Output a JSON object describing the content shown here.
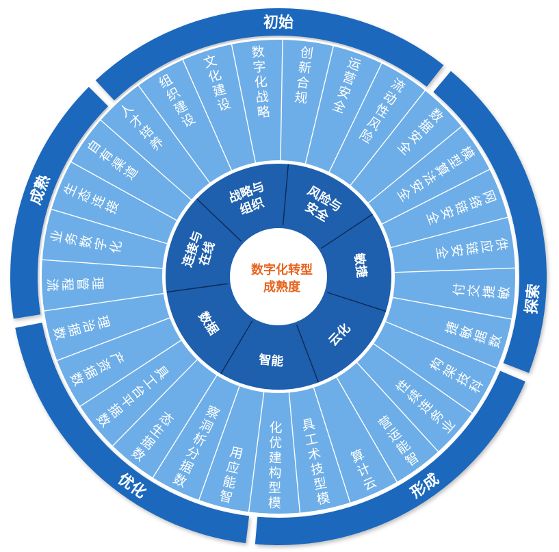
{
  "center": {
    "line1": "数字化转型",
    "line2": "成熟度"
  },
  "colors": {
    "outer_ring": "#1c67bd",
    "middle_ring": "#1e5fae",
    "leaf_ring": "#6eaee8",
    "center_text": "#e8641e",
    "divider": "#0d2a55"
  },
  "stages": [
    {
      "label": "初始"
    },
    {
      "label": "探索"
    },
    {
      "label": "形成"
    },
    {
      "label": "优化"
    },
    {
      "label": "成熟"
    }
  ],
  "dimensions": [
    {
      "label": "风险与安全"
    },
    {
      "label": "敏捷"
    },
    {
      "label": "云化"
    },
    {
      "label": "智能"
    },
    {
      "label": "数据"
    },
    {
      "label": "连接与在线"
    },
    {
      "label": "战略与组织"
    }
  ],
  "capabilities": [
    {
      "label": "创新合规"
    },
    {
      "label": "运营安全"
    },
    {
      "label": "流动性风险"
    },
    {
      "label": "数据安全"
    },
    {
      "label": "模型算法安全"
    },
    {
      "label": "网络链安全"
    },
    {
      "label": "供应链安全"
    },
    {
      "label": "敏捷交付"
    },
    {
      "label": "数据敏捷"
    },
    {
      "label": "科技架构"
    },
    {
      "label": "业务连续性"
    },
    {
      "label": "智能运营"
    },
    {
      "label": "云计算"
    },
    {
      "label": "模型技术工具"
    },
    {
      "label": "模型构建优化"
    },
    {
      "label": "智能应用"
    },
    {
      "label": "数据分析洞察"
    },
    {
      "label": "数据生态"
    },
    {
      "label": "数据平台工具"
    },
    {
      "label": "数据资产"
    },
    {
      "label": "数据治理"
    },
    {
      "label": "流程管理"
    },
    {
      "label": "业务数字化"
    },
    {
      "label": "生态连接"
    },
    {
      "label": "自有渠道"
    },
    {
      "label": "人才培养"
    },
    {
      "label": "组织建设"
    },
    {
      "label": "文化建设"
    },
    {
      "label": "数字化战略"
    }
  ]
}
